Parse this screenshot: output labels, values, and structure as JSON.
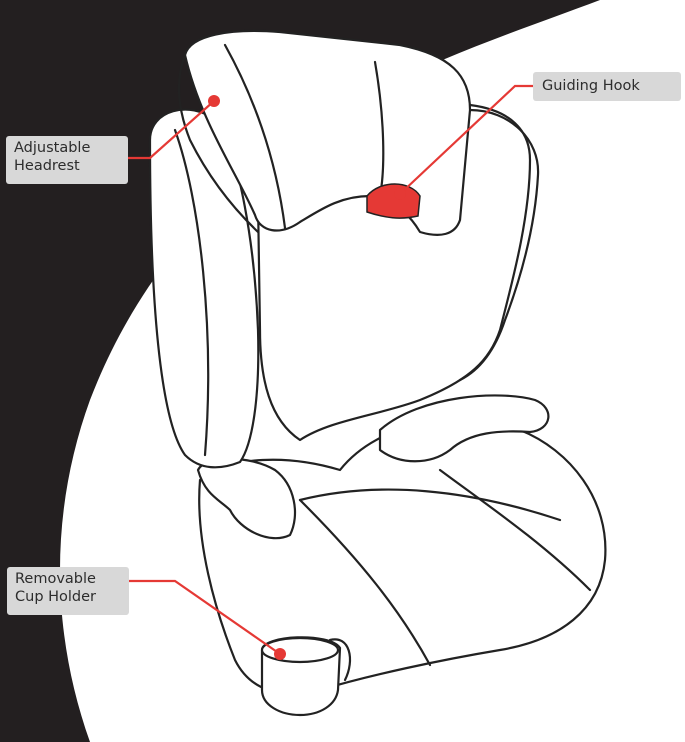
{
  "callouts": {
    "headrest": {
      "line1": "Adjustable",
      "line2": "Headrest"
    },
    "hook": {
      "text": "Guiding Hook"
    },
    "cup_holder": {
      "line1": "Removable",
      "line2": "Cup Holder"
    }
  },
  "colors": {
    "background_dark": "#231f20",
    "background_light": "#ffffff",
    "accent": "#e53935",
    "label_bg": "#d8d8d8",
    "line": "#222222"
  }
}
